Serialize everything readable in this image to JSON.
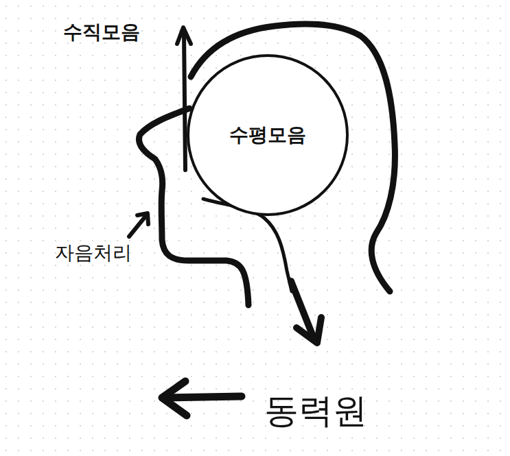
{
  "diagram": {
    "nodes": [
      {
        "text": [
          "수평모음"
        ]
      }
    ],
    "labels": [
      "수직모음",
      "자음처리",
      "동력원"
    ]
  }
}
